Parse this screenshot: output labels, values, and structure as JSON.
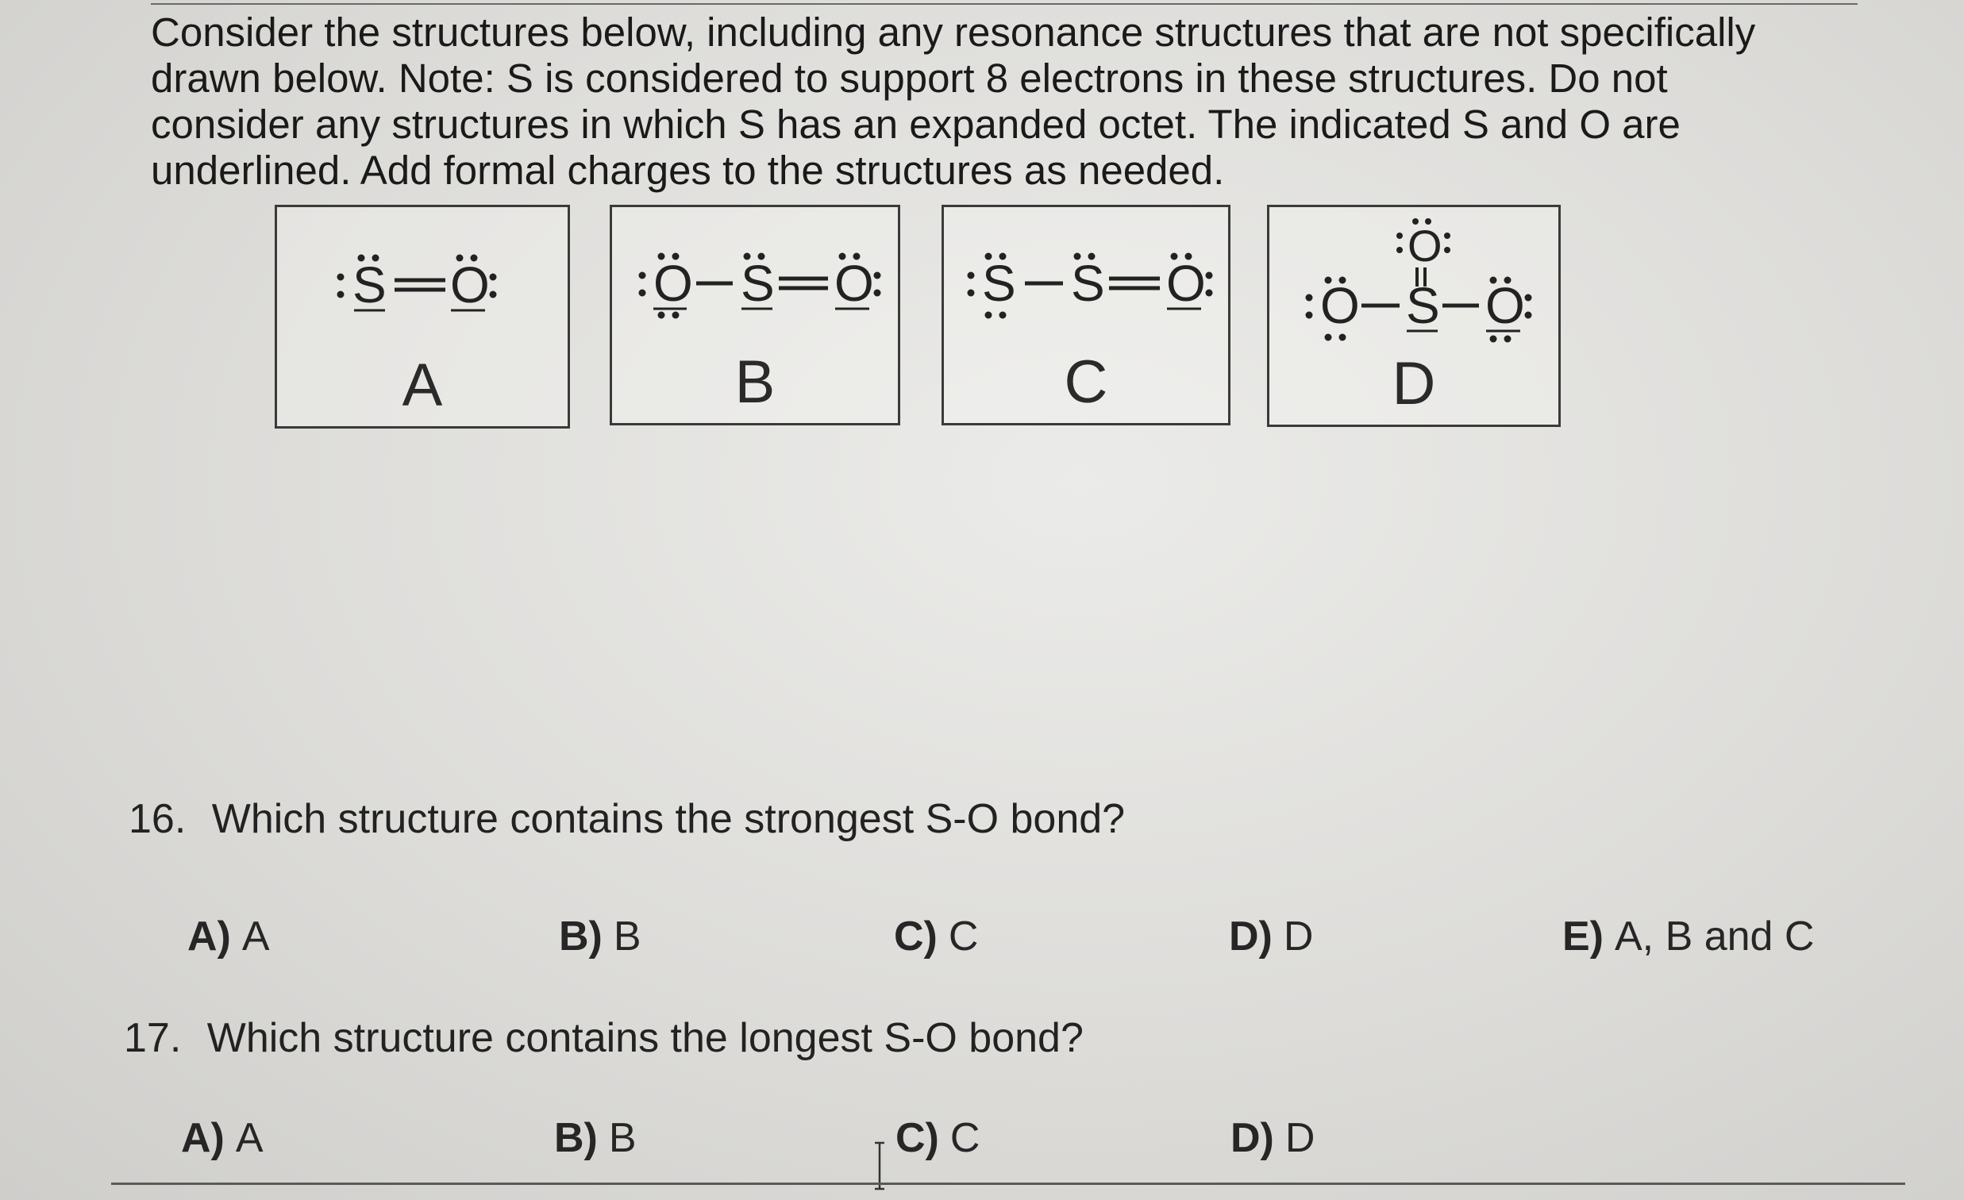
{
  "intro": {
    "lines": [
      "Consider the structures below, including any resonance structures that are not specifically",
      "drawn below.  Note:  S is considered to support 8 electrons in these structures.  Do not",
      "consider any structures in which S has an expanded octet.  The indicated S and O are",
      "underlined. Add formal charges to the structures as needed."
    ]
  },
  "structures": [
    {
      "label": "A",
      "atoms": [
        "S",
        "O"
      ]
    },
    {
      "label": "B",
      "atoms": [
        "O",
        "S",
        "O"
      ]
    },
    {
      "label": "C",
      "atoms": [
        "S",
        "S",
        "O"
      ]
    },
    {
      "label": "D",
      "atoms": [
        "O",
        "S",
        "O",
        "O"
      ]
    }
  ],
  "questions": [
    {
      "number": "16.",
      "text": "Which structure contains the strongest S-O bond?",
      "options": [
        {
          "letter": "A)",
          "text": "A"
        },
        {
          "letter": "B)",
          "text": "B"
        },
        {
          "letter": "C)",
          "text": "C"
        },
        {
          "letter": "D)",
          "text": "D"
        },
        {
          "letter": "E)",
          "text": "A, B and C"
        }
      ]
    },
    {
      "number": "17.",
      "text": "Which structure contains the longest S-O bond?",
      "options": [
        {
          "letter": "A)",
          "text": "A"
        },
        {
          "letter": "B)",
          "text": "B"
        },
        {
          "letter": "C)",
          "text": "C"
        },
        {
          "letter": "D)",
          "text": "D"
        }
      ]
    }
  ]
}
